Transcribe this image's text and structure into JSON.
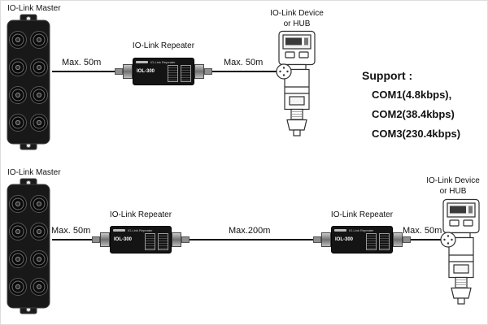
{
  "diagram": {
    "master_label": "IO-Link Master",
    "repeater_label": "IO-Link Repeater",
    "device_label": {
      "line1": "IO-Link Device",
      "line2": "or HUB"
    },
    "repeater_unit": {
      "body_title": "IO-Link Repeater",
      "model": "IOL-300"
    },
    "row1": {
      "seg1": "Max. 50m",
      "seg2": "Max. 50m"
    },
    "row2": {
      "seg1": "Max. 50m",
      "seg2": "Max.200m",
      "seg3": "Max. 50m"
    },
    "support": {
      "title": "Support :",
      "items": [
        "COM1(4.8kbps),",
        "COM2(38.4kbps)",
        "COM3(230.4kbps)"
      ]
    }
  }
}
